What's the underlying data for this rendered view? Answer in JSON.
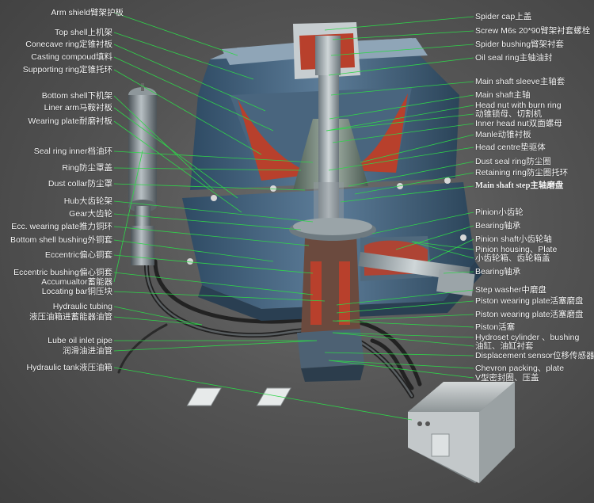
{
  "colors": {
    "leader_line": "#2fd44a",
    "machine_blue": "#3f5f7a",
    "machine_light": "#7f97ab",
    "cutaway_red": "#b8402c",
    "steel": "#a7b0b4",
    "background": "#555555"
  },
  "labels_left": [
    "Arm shield臂架护板",
    "Top shell上机架",
    "Conecave ring定锥衬板",
    "Casting compoud填料",
    "Supporting ring定锥托环",
    "Bottom shell下机架",
    "Liner arm马鞍衬板",
    "Wearing plate耐磨衬板",
    "Seal ring inner档油环",
    "Ring防尘罩盖",
    "Dust collar防尘罩",
    "Hub大齿轮架",
    "Gear大齿轮",
    "Ecc. wearing plate推力铜环",
    "Bottom shell bushing外铜套",
    "Eccentric偏心铜套",
    "Eccentric bushing偏心铜套",
    "Accumualtor蓄能器",
    "Locating bar铜压块",
    "Hydraulic tubing",
    "液压油箱进蓄能器油管",
    "Lube oil inlet pipe",
    "润滑油进油管",
    "Hydraulic tank液压油箱"
  ],
  "labels_right": [
    "Spider cap上盖",
    "Screw M6s 20*90臂架衬套螺栓",
    "Spider bushing臂架衬套",
    "Oil seal ring主轴油封",
    "Main shaft sleeve主轴套",
    "Main shaft主轴",
    "Head nut with burn ring",
    "动锥锁母、切割机",
    "Inner head nut双面螺母",
    "Manle动锥衬板",
    "Head centre垫驱体",
    "Dust seal ring防尘圈",
    "Retaining ring防尘圈托环",
    "Main shaft step主轴磨盘",
    "Pinion小齿轮",
    "Bearing轴承",
    "Pinion shaft小齿轮轴",
    "Pinion housing、Plate",
    "小齿轮箱、齿轮箱盖",
    "Bearing轴承",
    "Step washer中磨盘",
    "Piston wearing plate活塞磨盘",
    "Piston wearing plate活塞磨盘",
    "Piston活塞",
    "Hydroset cylinder 、bushing",
    "油缸、油缸衬套",
    "Displacement sensor位移传感器",
    "Chevron packing、plate",
    "V型密封圈、压盖"
  ]
}
